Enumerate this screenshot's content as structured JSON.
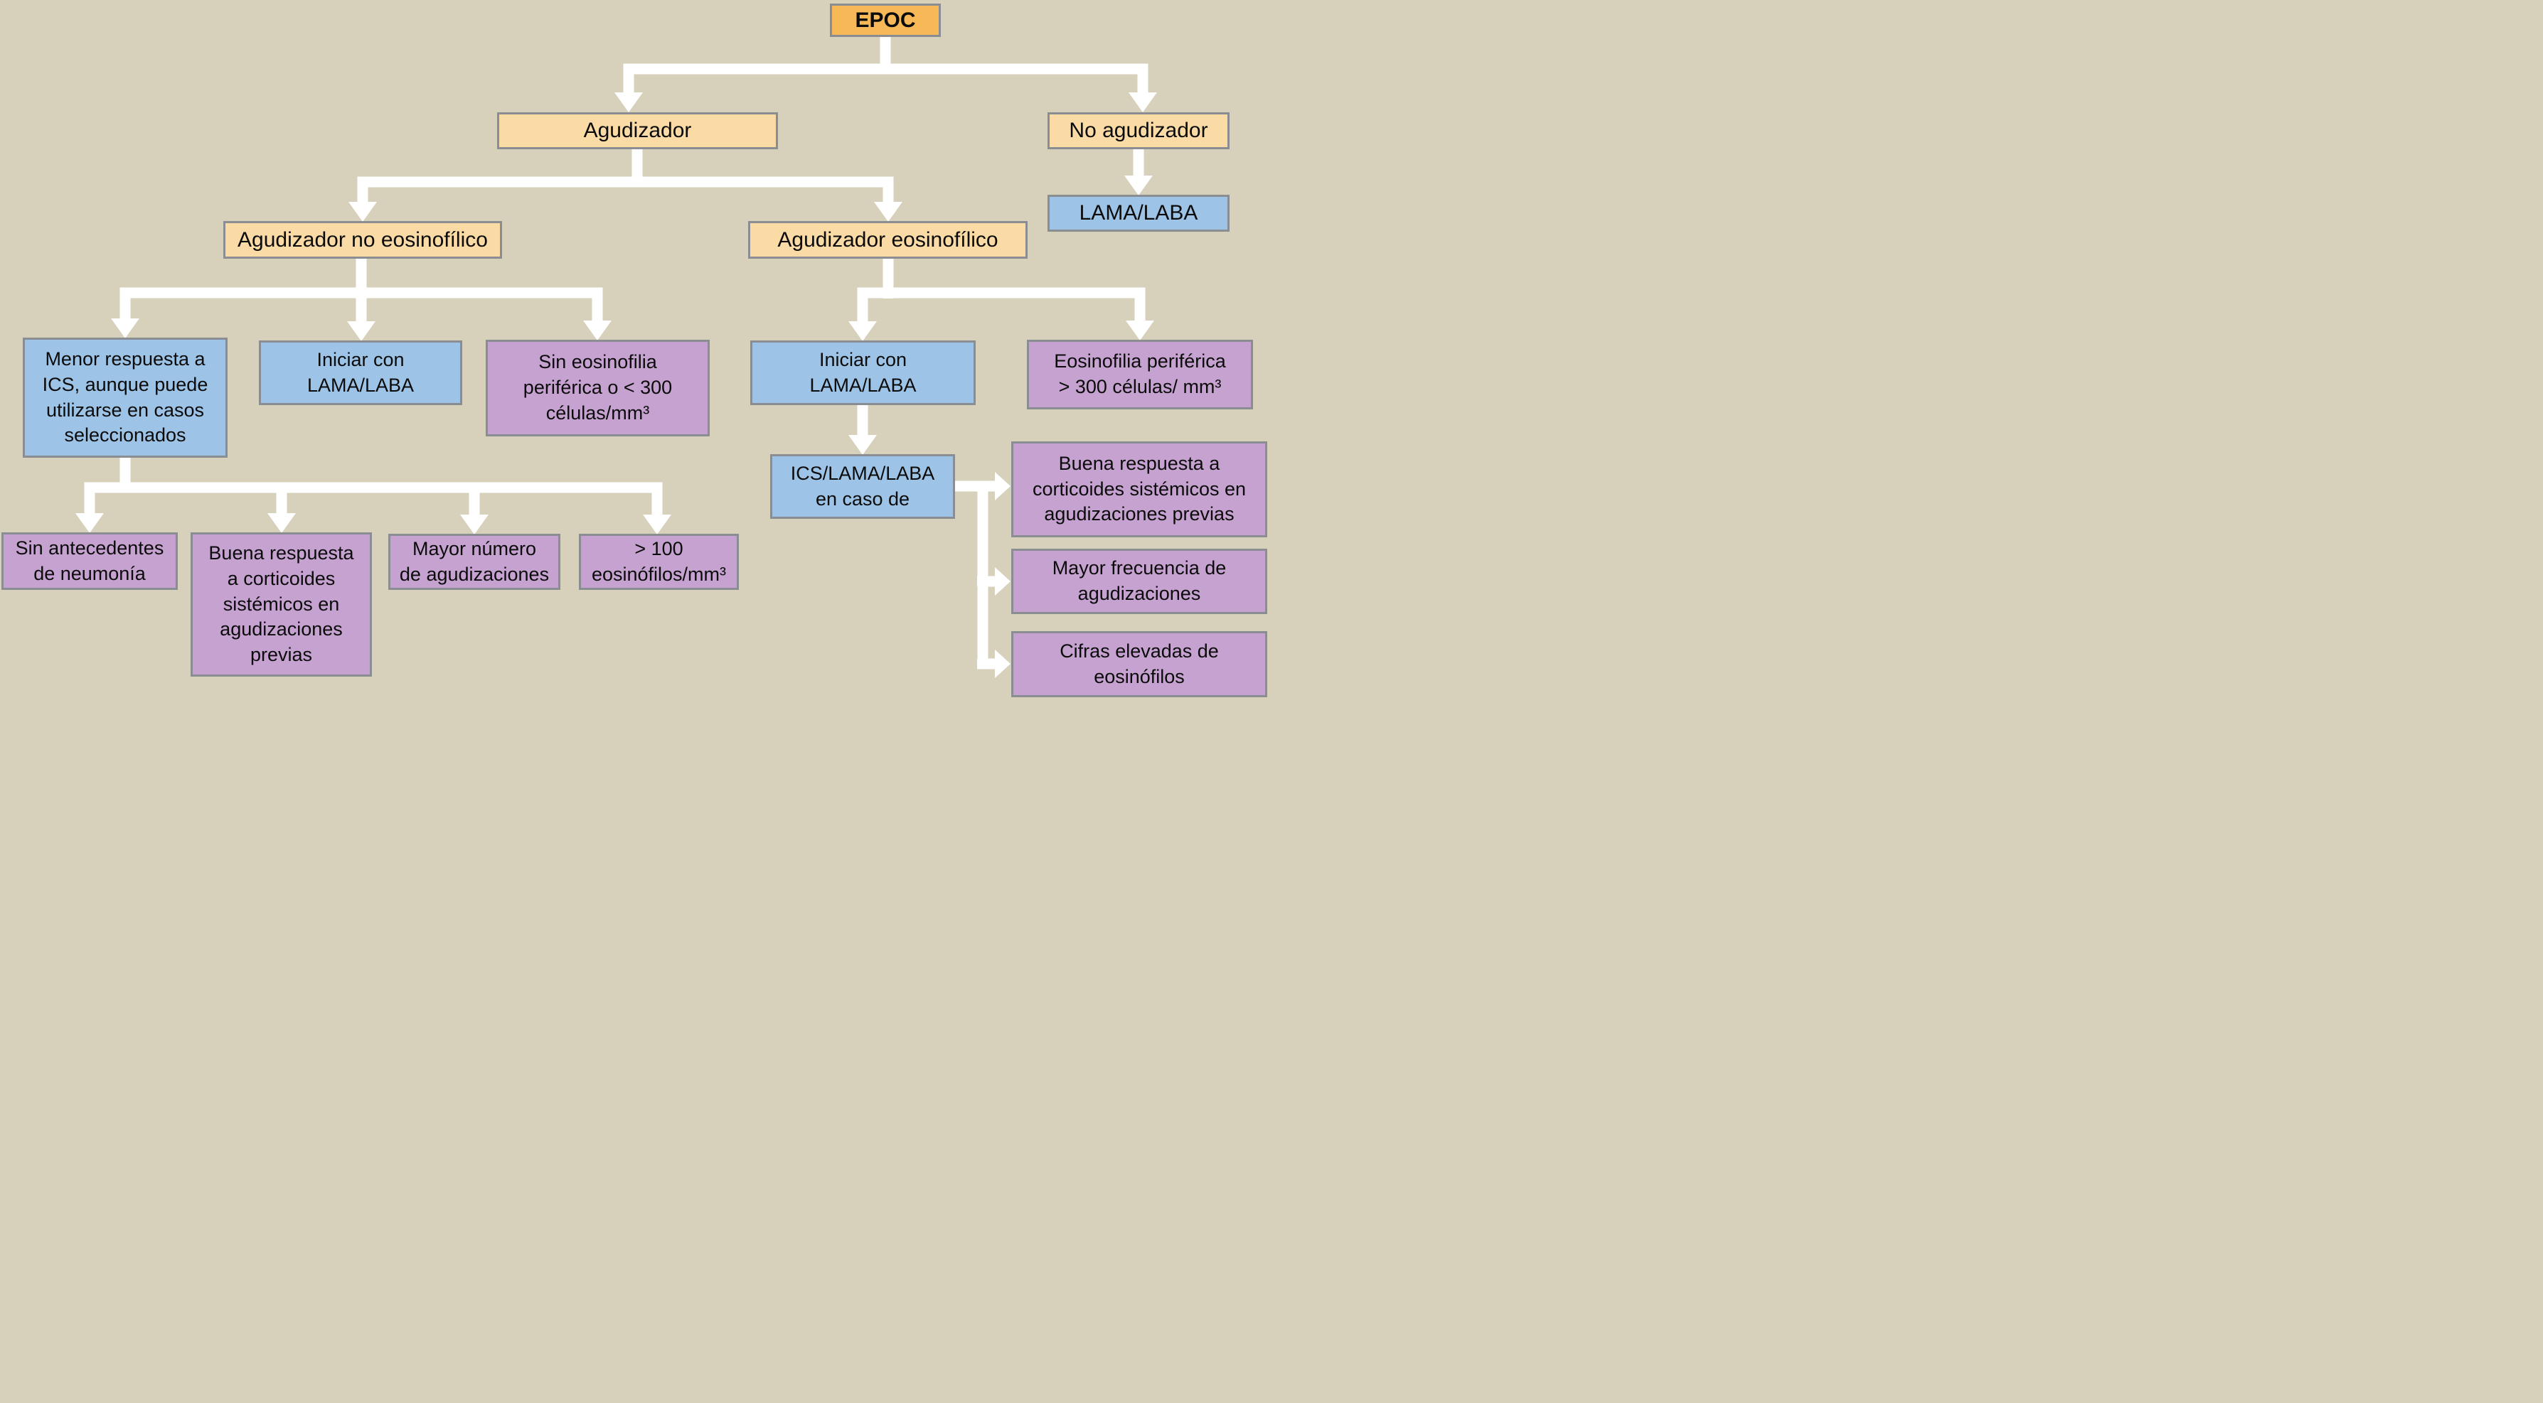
{
  "diagram": {
    "nodes": {
      "epoc": {
        "label": "EPOC"
      },
      "agudizador": {
        "label": "Agudizador"
      },
      "no_agudizador": {
        "label": "No agudizador"
      },
      "lama_laba": {
        "label": "LAMA/LABA"
      },
      "agudizador_no_eosinofilico": {
        "label": "Agudizador no eosinofílico"
      },
      "agudizador_eosinofilico": {
        "label": "Agudizador eosinofílico"
      },
      "menor_respuesta_ics": {
        "label": "Menor respuesta a\nICS, aunque puede\nutilizarse en casos\nseleccionados"
      },
      "iniciar_lama_laba_izq": {
        "label": "Iniciar con\nLAMA/LABA"
      },
      "sin_eosinofilia": {
        "label": "Sin eosinofilia\nperiférica o < 300\ncélulas/mm³"
      },
      "iniciar_lama_laba_der": {
        "label": "Iniciar con\nLAMA/LABA"
      },
      "eosinofilia_periferica": {
        "label": "Eosinofilia periférica\n> 300 células/ mm³"
      },
      "ics_lama_laba": {
        "label": "ICS/LAMA/LABA\nen caso de"
      },
      "buena_respuesta_der": {
        "label": "Buena respuesta a\ncorticoides sistémicos en\nagudizaciones previas"
      },
      "mayor_frecuencia": {
        "label": "Mayor frecuencia de\nagudizaciones"
      },
      "cifras_elevadas": {
        "label": "Cifras elevadas de\neosinófilos"
      },
      "sin_antecedentes": {
        "label": "Sin antecedentes\nde neumonía"
      },
      "buena_respuesta_izq": {
        "label": "Buena respuesta\na corticoides\nsistémicos en\nagudizaciones\nprevias"
      },
      "mayor_numero": {
        "label": "Mayor número\nde agudizaciones"
      },
      "eosinofilos_100": {
        "label": "> 100\neosinófilos/mm³"
      }
    },
    "edges": [
      {
        "from": "epoc",
        "to": "agudizador"
      },
      {
        "from": "epoc",
        "to": "no_agudizador"
      },
      {
        "from": "no_agudizador",
        "to": "lama_laba"
      },
      {
        "from": "agudizador",
        "to": "agudizador_no_eosinofilico"
      },
      {
        "from": "agudizador",
        "to": "agudizador_eosinofilico"
      },
      {
        "from": "agudizador_no_eosinofilico",
        "to": "menor_respuesta_ics"
      },
      {
        "from": "agudizador_no_eosinofilico",
        "to": "iniciar_lama_laba_izq"
      },
      {
        "from": "agudizador_no_eosinofilico",
        "to": "sin_eosinofilia"
      },
      {
        "from": "menor_respuesta_ics",
        "to": "sin_antecedentes"
      },
      {
        "from": "menor_respuesta_ics",
        "to": "buena_respuesta_izq"
      },
      {
        "from": "menor_respuesta_ics",
        "to": "mayor_numero"
      },
      {
        "from": "menor_respuesta_ics",
        "to": "eosinofilos_100"
      },
      {
        "from": "agudizador_eosinofilico",
        "to": "iniciar_lama_laba_der"
      },
      {
        "from": "agudizador_eosinofilico",
        "to": "eosinofilia_periferica"
      },
      {
        "from": "iniciar_lama_laba_der",
        "to": "ics_lama_laba"
      },
      {
        "from": "ics_lama_laba",
        "to": "buena_respuesta_der"
      },
      {
        "from": "ics_lama_laba",
        "to": "mayor_frecuencia"
      },
      {
        "from": "ics_lama_laba",
        "to": "cifras_elevadas"
      }
    ],
    "colors": {
      "background": "#D7D0BB",
      "root_fill": "#F7B957",
      "decision_fill": "#FADBA6",
      "treatment_fill": "#9DC3E6",
      "criteria_fill": "#C6A2D0",
      "box_border": "#8A8D92",
      "arrow": "#FFFFFF",
      "text": "#0B0B0B"
    }
  }
}
